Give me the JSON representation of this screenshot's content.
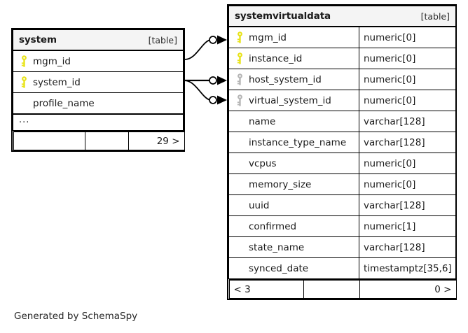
{
  "diagram": {
    "caption": "Generated by SchemaSpy",
    "table_tag": "[table]",
    "colors": {
      "primary_key": "#e8e318",
      "foreign_key": "#b6b6b6",
      "border": "#000000",
      "header_bg": "#f4f4f4",
      "background": "#ffffff"
    }
  },
  "tables": [
    {
      "name": "system",
      "tag": "[table]",
      "columns": [
        {
          "key": "primary",
          "name": "mgm_id"
        },
        {
          "key": "primary",
          "name": "system_id"
        },
        {
          "key": "none",
          "name": "profile_name"
        }
      ],
      "ellipsis": "...",
      "footer": {
        "left": "",
        "middle": "",
        "right": "29 >"
      }
    },
    {
      "name": "systemvirtualdata",
      "tag": "[table]",
      "columns": [
        {
          "key": "primary",
          "name": "mgm_id",
          "type": "numeric[0]"
        },
        {
          "key": "primary",
          "name": "instance_id",
          "type": "numeric[0]"
        },
        {
          "key": "foreign",
          "name": "host_system_id",
          "type": "numeric[0]"
        },
        {
          "key": "foreign",
          "name": "virtual_system_id",
          "type": "numeric[0]"
        },
        {
          "key": "none",
          "name": "name",
          "type": "varchar[128]"
        },
        {
          "key": "none",
          "name": "instance_type_name",
          "type": "varchar[128]"
        },
        {
          "key": "none",
          "name": "vcpus",
          "type": "numeric[0]"
        },
        {
          "key": "none",
          "name": "memory_size",
          "type": "numeric[0]"
        },
        {
          "key": "none",
          "name": "uuid",
          "type": "varchar[128]"
        },
        {
          "key": "none",
          "name": "confirmed",
          "type": "numeric[1]"
        },
        {
          "key": "none",
          "name": "state_name",
          "type": "varchar[128]"
        },
        {
          "key": "none",
          "name": "synced_date",
          "type": "timestamptz[35,6]"
        }
      ],
      "footer": {
        "left": "< 3",
        "middle": "",
        "right": "0 >"
      }
    }
  ],
  "relationships": [
    {
      "from_table": "system",
      "from_column": "mgm_id",
      "to_table": "systemvirtualdata",
      "to_column": "mgm_id",
      "cardinality": "zero-or-many"
    },
    {
      "from_table": "system",
      "from_column": "system_id",
      "to_table": "systemvirtualdata",
      "to_column": "host_system_id",
      "cardinality": "zero-or-many"
    },
    {
      "from_table": "system",
      "from_column": "system_id",
      "to_table": "systemvirtualdata",
      "to_column": "virtual_system_id",
      "cardinality": "zero-or-many"
    }
  ]
}
